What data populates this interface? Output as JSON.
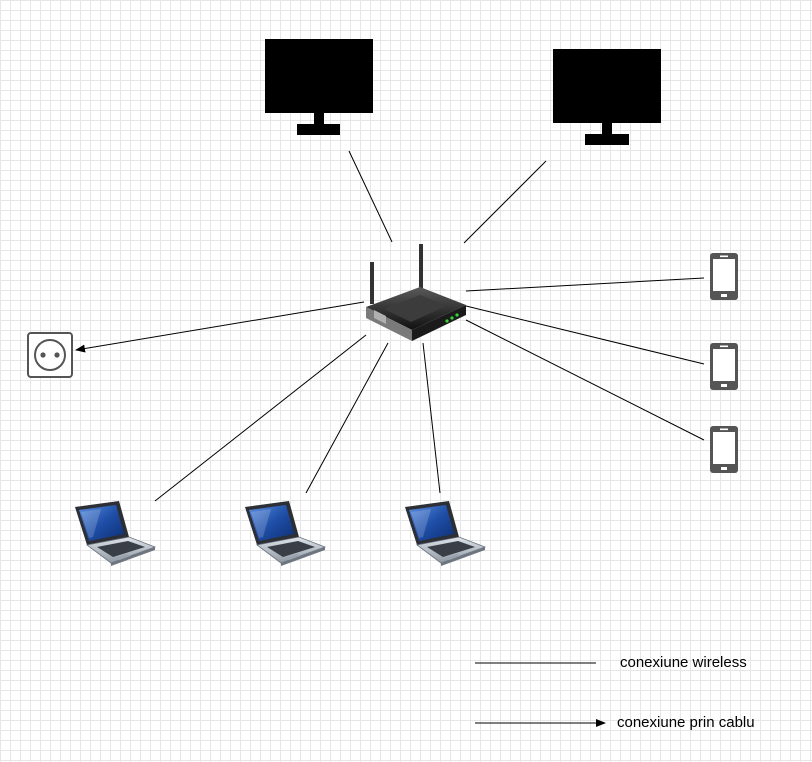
{
  "legend": {
    "wireless_label": "conexiune wireless",
    "cable_label": "conexiune prin cablu"
  },
  "nodes": {
    "monitors": [
      "monitor-1",
      "monitor-2"
    ],
    "phones": [
      "phone-1",
      "phone-2",
      "phone-3"
    ],
    "laptops": [
      "laptop-1",
      "laptop-2",
      "laptop-3"
    ],
    "router": "wireless-router",
    "socket": "power-socket"
  },
  "connections": [
    {
      "from": "wireless-router",
      "to": "monitor-1",
      "type": "wireless"
    },
    {
      "from": "wireless-router",
      "to": "monitor-2",
      "type": "wireless"
    },
    {
      "from": "wireless-router",
      "to": "phone-1",
      "type": "wireless"
    },
    {
      "from": "wireless-router",
      "to": "phone-2",
      "type": "wireless"
    },
    {
      "from": "wireless-router",
      "to": "phone-3",
      "type": "wireless"
    },
    {
      "from": "wireless-router",
      "to": "laptop-1",
      "type": "wireless"
    },
    {
      "from": "wireless-router",
      "to": "laptop-2",
      "type": "wireless"
    },
    {
      "from": "wireless-router",
      "to": "laptop-3",
      "type": "wireless"
    },
    {
      "from": "wireless-router",
      "to": "power-socket",
      "type": "cable"
    }
  ],
  "colors": {
    "line": "#000000",
    "phone": "#555555",
    "laptop_screen": "#2a5fb0",
    "laptop_body": "#b5bcc4",
    "router": "#2b2b2b"
  }
}
